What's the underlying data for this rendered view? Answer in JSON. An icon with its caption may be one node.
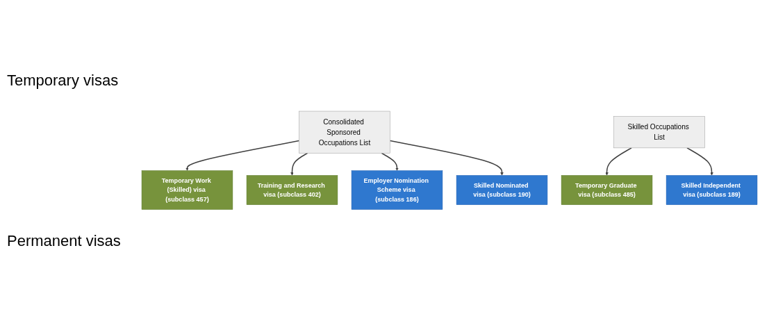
{
  "diagram": {
    "nodes": [
      {
        "text": [
          "Temporary Work (Skilled) visa (subclass 457)"
        ]
      },
      {
        "text": [
          "Training and Research visa (subclass 402)"
        ]
      },
      {
        "text": [
          "Temporary Graduate visa (subclass 485)"
        ]
      },
      {
        "text": [
          "Consolidated Sponsored Occupations List"
        ]
      },
      {
        "text": [
          "Skilled Occupations List"
        ]
      },
      {
        "text": [
          "Employer Nomination Scheme visa (subclass 186)"
        ]
      },
      {
        "text": [
          "Skilled Nominated visa (subclass 190)"
        ]
      },
      {
        "text": [
          "Skilled Independent visa (subclass 189)"
        ]
      }
    ],
    "edges": [
      {
        "from": 3,
        "to": 0,
        "arrow": "to"
      },
      {
        "from": 3,
        "to": 1,
        "arrow": "to"
      },
      {
        "from": 4,
        "to": 2,
        "arrow": "to"
      },
      {
        "from": 3,
        "to": 5,
        "arrow": "to"
      },
      {
        "from": 3,
        "to": 6,
        "arrow": "to"
      },
      {
        "from": 4,
        "to": 7,
        "arrow": "to"
      }
    ],
    "labels": [
      "Temporary visas",
      "Permanent visas"
    ]
  }
}
